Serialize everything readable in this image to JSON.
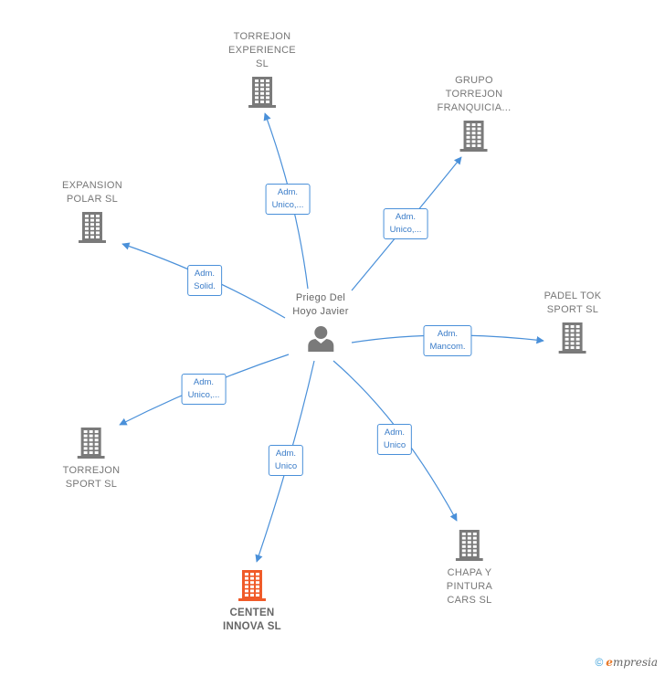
{
  "center": {
    "label": "Priego Del\nHoyo Javier",
    "icon": "person-icon"
  },
  "companies": [
    {
      "id": "torrejon-experience",
      "label": "TORREJON\nEXPERIENCE\nSL",
      "icon": "building-icon"
    },
    {
      "id": "grupo-torrejon",
      "label": "GRUPO\nTORREJON\nFRANQUICIA...",
      "icon": "building-icon"
    },
    {
      "id": "expansion-polar",
      "label": "EXPANSION\nPOLAR SL",
      "icon": "building-icon"
    },
    {
      "id": "padel-tok",
      "label": "PADEL TOK\nSPORT SL",
      "icon": "building-icon"
    },
    {
      "id": "torrejon-sport",
      "label": "TORREJON\nSPORT SL",
      "icon": "building-icon"
    },
    {
      "id": "chapa-pintura",
      "label": "CHAPA Y\nPINTURA\nCARS SL",
      "icon": "building-icon"
    },
    {
      "id": "centen-innova",
      "label": "CENTEN\nINNOVA SL",
      "icon": "building-icon",
      "highlight": true
    }
  ],
  "relations": [
    {
      "to": "torrejon-experience",
      "label": "Adm.\nUnico,..."
    },
    {
      "to": "grupo-torrejon",
      "label": "Adm.\nUnico,..."
    },
    {
      "to": "expansion-polar",
      "label": "Adm.\nSolid."
    },
    {
      "to": "padel-tok",
      "label": "Adm.\nMancom."
    },
    {
      "to": "torrejon-sport",
      "label": "Adm.\nUnico,..."
    },
    {
      "to": "chapa-pintura",
      "label": "Adm.\nUnico"
    },
    {
      "to": "centen-innova",
      "label": "Adm.\nUnico"
    }
  ],
  "colors": {
    "edge": "#4a90d9",
    "building": "#7a7a7a",
    "highlight": "#f05a28",
    "person": "#7a7a7a"
  },
  "footer": {
    "copyright": "©",
    "brand_first": "e",
    "brand_rest": "mpresia"
  }
}
